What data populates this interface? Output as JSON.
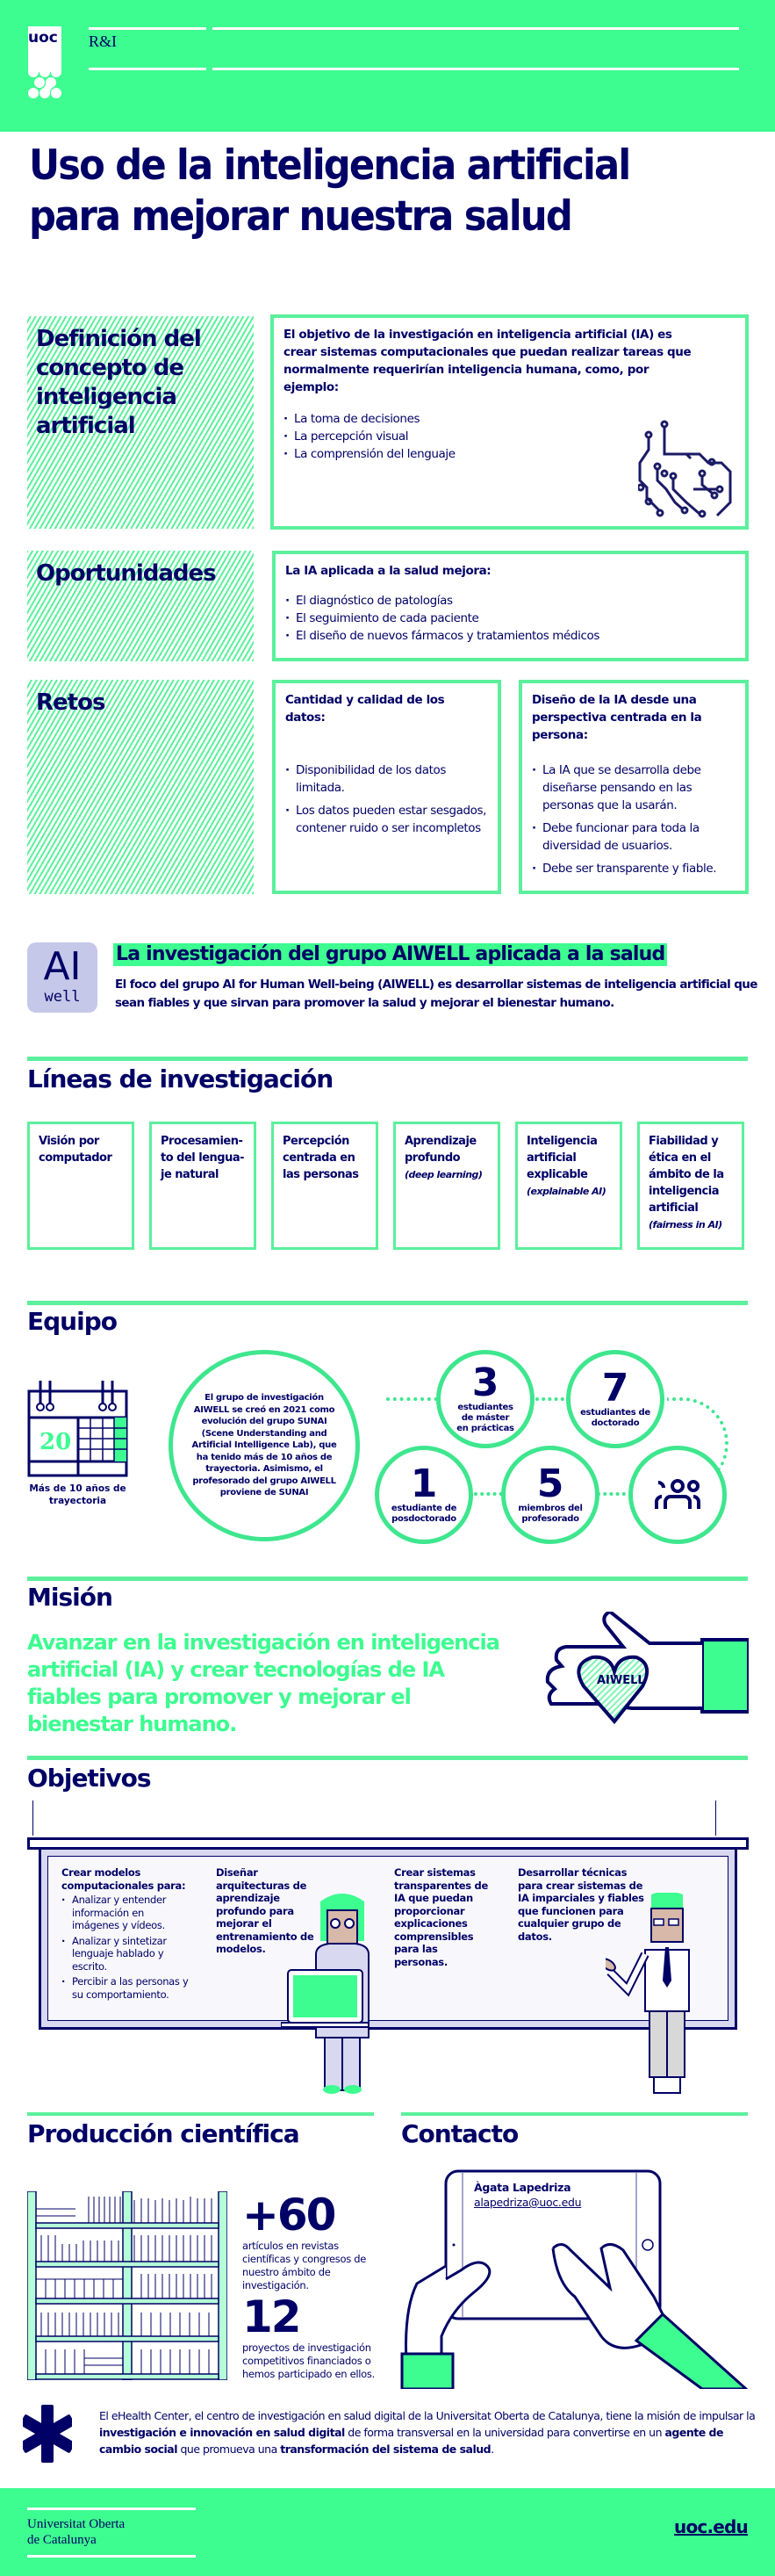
{
  "header": {
    "logo_text": "uoc",
    "unit": "R&I",
    "bg_color": "#3dfc90"
  },
  "title": "Uso de la inteligencia artificial para mejorar nuestra salud",
  "definition": {
    "label": "Definición del concepto de inteligencia artificial",
    "intro": "El objetivo de la investigación en inteligencia artificial (IA) es crear sistemas computacionales que puedan realizar tareas que normalmente requerirían inteligencia humana, como, por ejemplo:",
    "items": [
      "La toma de decisiones",
      "La percepción visual",
      "La comprensión del lenguaje"
    ],
    "icon": "circuit-brain-icon"
  },
  "opportunities": {
    "label": "Oportunidades",
    "intro": "La IA aplicada a la salud mejora:",
    "items": [
      "El diagnóstico de patologías",
      "El seguimiento de cada paciente",
      "El diseño de nuevos fármacos y tratamientos médicos"
    ]
  },
  "challenges": {
    "label": "Retos",
    "data": {
      "title": "Cantidad y calidad de los datos:",
      "items": [
        "Disponibilidad de los datos limitada.",
        "Los datos pueden estar sesgados, contener ruido o ser incompletos"
      ]
    },
    "design": {
      "title": "Diseño de la IA desde una perspectiva centrada en la persona:",
      "items": [
        "La IA que se desarrolla debe diseñarse pensando en las personas que la usarán.",
        "Debe funcionar para toda la diversidad de usuarios.",
        "Debe ser transparente y fiable."
      ]
    }
  },
  "aiwell": {
    "logo_top": "AI",
    "logo_bottom": "well",
    "heading": "La investigación del grupo AIWELL aplicada a la salud",
    "description": "El foco del grupo AI for Human Well-being (AIWELL) es desarrollar sistemas de inteligencia artificial que sean fiables y que sirvan para promover la salud y mejorar el bienestar humano."
  },
  "research_lines": {
    "heading": "Líneas de investigación",
    "items": [
      {
        "title": "Visión por computador",
        "note": ""
      },
      {
        "title": "Procesamien-to del lengua-je natural",
        "note": ""
      },
      {
        "title": "Percepción centrada en las personas",
        "note": ""
      },
      {
        "title": "Aprendizaje profundo",
        "note": "(deep learning)"
      },
      {
        "title": "Inteligencia artificial explicable",
        "note": "(explainable AI)"
      },
      {
        "title": "Fiabilidad y ética en el ámbito de la inteligencia artificial",
        "note": "(fairness in AI)"
      }
    ]
  },
  "team": {
    "heading": "Equipo",
    "calendar_number": "20",
    "calendar_caption": "Más de 10 años de trayectoria",
    "history": "El grupo de investigación AIWELL se creó en 2021 como evolución del grupo SUNAI (Scene Understanding and Artificial Intelligence Lab), que ha tenido más de 10 años de trayectoria. Asimismo, el profesorado del grupo AIWELL proviene de SUNAI",
    "stats": [
      {
        "value": "3",
        "label": "estudiantes de máster en prácticas"
      },
      {
        "value": "7",
        "label": "estudiantes de doctorado"
      },
      {
        "value": "1",
        "label": "estudiante de posdoctorado"
      },
      {
        "value": "5",
        "label": "miembros del profesorado"
      }
    ]
  },
  "mission": {
    "heading": "Misión",
    "text": "Avanzar en la investigación en inteligencia artificial (IA) y crear tecnologías de IA fiables para promover y mejorar el bienestar humano.",
    "badge": "AIWELL"
  },
  "objectives": {
    "heading": "Objetivos",
    "col1_title": "Crear modelos computacionales para:",
    "col1_items": [
      "Analizar y entender información en imágenes y vídeos.",
      "Analizar y sintetizar lenguaje hablado y escrito.",
      "Percibir a las personas y su comportamiento."
    ],
    "col2": "Diseñar arquitecturas de aprendizaje profundo para mejorar el entrenamiento de modelos.",
    "col3": "Crear sistemas transparentes de IA que puedan proporcionar explicaciones comprensibles para las personas.",
    "col4": "Desarrollar técnicas para crear sistemas de IA imparciales y fiables que funcionen para cualquier grupo de datos."
  },
  "production": {
    "heading": "Producción científica",
    "stats": [
      {
        "value": "+60",
        "label": "artículos en revistas científicas y congresos de nuestro ámbito de investigación."
      },
      {
        "value": "12",
        "label": "proyectos de investigación competitivos financiados o hemos participado en ellos."
      }
    ]
  },
  "contact": {
    "heading": "Contacto",
    "name": "Àgata Lapedriza",
    "email": "alapedriza@uoc.edu"
  },
  "ehealth": {
    "p1": "El eHealth Center, el centro de investigación en salud digital de la Universitat Oberta de Catalunya, tiene la misión de impulsar la ",
    "b1": "investigación e innovación en salud digital",
    "p2": " de forma transversal en la universidad para convertirse en un ",
    "b2": "agente de cambio social",
    "p3": " que promueva una ",
    "b3": "transformación del sistema de salud",
    "p4": "."
  },
  "footer": {
    "university_line1": "Universitat Oberta",
    "university_line2": "de Catalunya",
    "website": "uoc.edu"
  }
}
